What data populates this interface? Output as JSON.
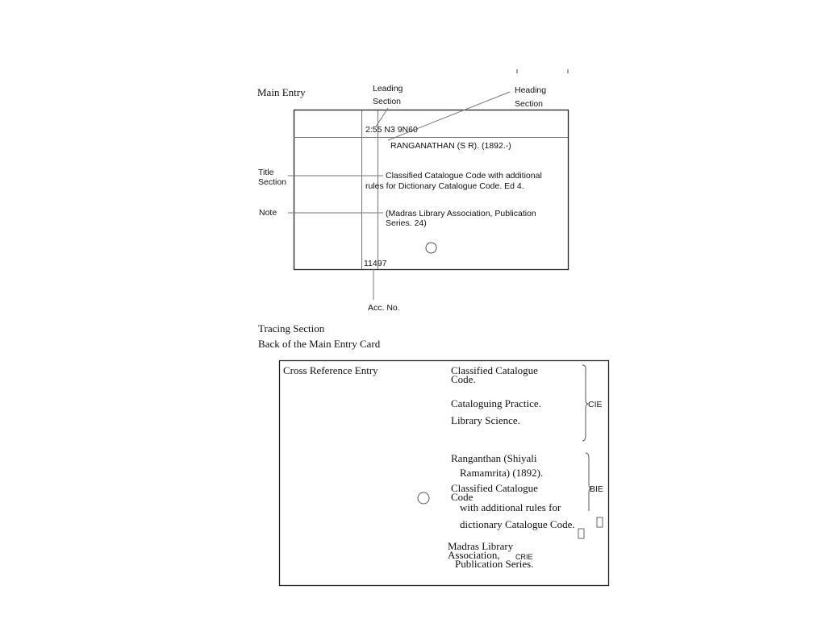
{
  "front_card": {
    "main_entry_label": "Main Entry",
    "leading_label_1": "Leading",
    "leading_label_2": "Section",
    "heading_label_1": "Heading",
    "heading_label_2": "Section",
    "call_number": "2:55 N3 9N60",
    "heading_text": "RANGANATHAN (S R). (1892.-)",
    "title_label_1": "Title",
    "title_label_2": "Section",
    "title_line_1": "Classified Catalogue Code with additional",
    "title_line_2": "rules for Dictionary Catalogue Code. Ed 4.",
    "note_label": "Note",
    "note_line_1": "(Madras Library Association, Publication",
    "note_line_2": "Series. 24)",
    "accession_number": "11497",
    "acc_label": "Acc. No."
  },
  "captions": {
    "tracing": "Tracing Section",
    "back": "Back of the Main Entry Card"
  },
  "back_card": {
    "cross_reference_label": "Cross Reference Entry",
    "cie_1": "Classified Catalogue",
    "cie_1b": "Code.",
    "cie_2": "Cataloguing Practice.",
    "cie_3": "Library Science.",
    "cie_tag": "CIE",
    "bie_1": "Ranganthan (Shiyali",
    "bie_2": "Ramamrita) (1892).",
    "bie_3": "Classified Catalogue",
    "bie_3b": "Code",
    "bie_4": "with additional rules for",
    "bie_5": "dictionary Catalogue Code.",
    "bie_tag": "BIE",
    "crie_1": "Madras Library",
    "crie_2": "Association,",
    "crie_3": "Publication Series.",
    "crie_tag": "CRIE"
  }
}
